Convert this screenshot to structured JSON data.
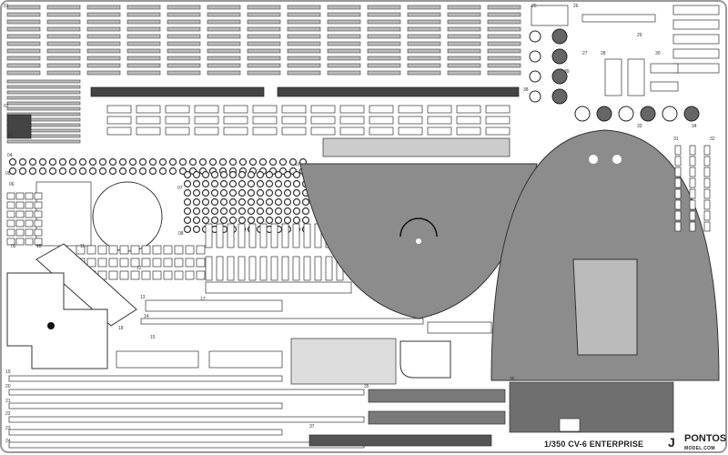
{
  "fret": {
    "title": "1/350 CV-6 ENTERPRISE",
    "set_letter": "J",
    "brand": "PONTOS",
    "brand_site": "MODEL.COM",
    "part_numbers": [
      "01",
      "02",
      "03",
      "04",
      "05",
      "06",
      "07",
      "08",
      "09",
      "10",
      "11",
      "12",
      "13",
      "14",
      "15",
      "16",
      "17",
      "18",
      "19",
      "20",
      "21",
      "22",
      "23",
      "24",
      "25",
      "26",
      "27",
      "28",
      "29",
      "30",
      "31",
      "32",
      "33",
      "34",
      "35",
      "36",
      "37",
      "38",
      "39"
    ],
    "colors": {
      "metal": "#7a7a7a",
      "deck": "#8c8c8c",
      "frame": "#9a9a9a",
      "line": "#333333"
    }
  }
}
